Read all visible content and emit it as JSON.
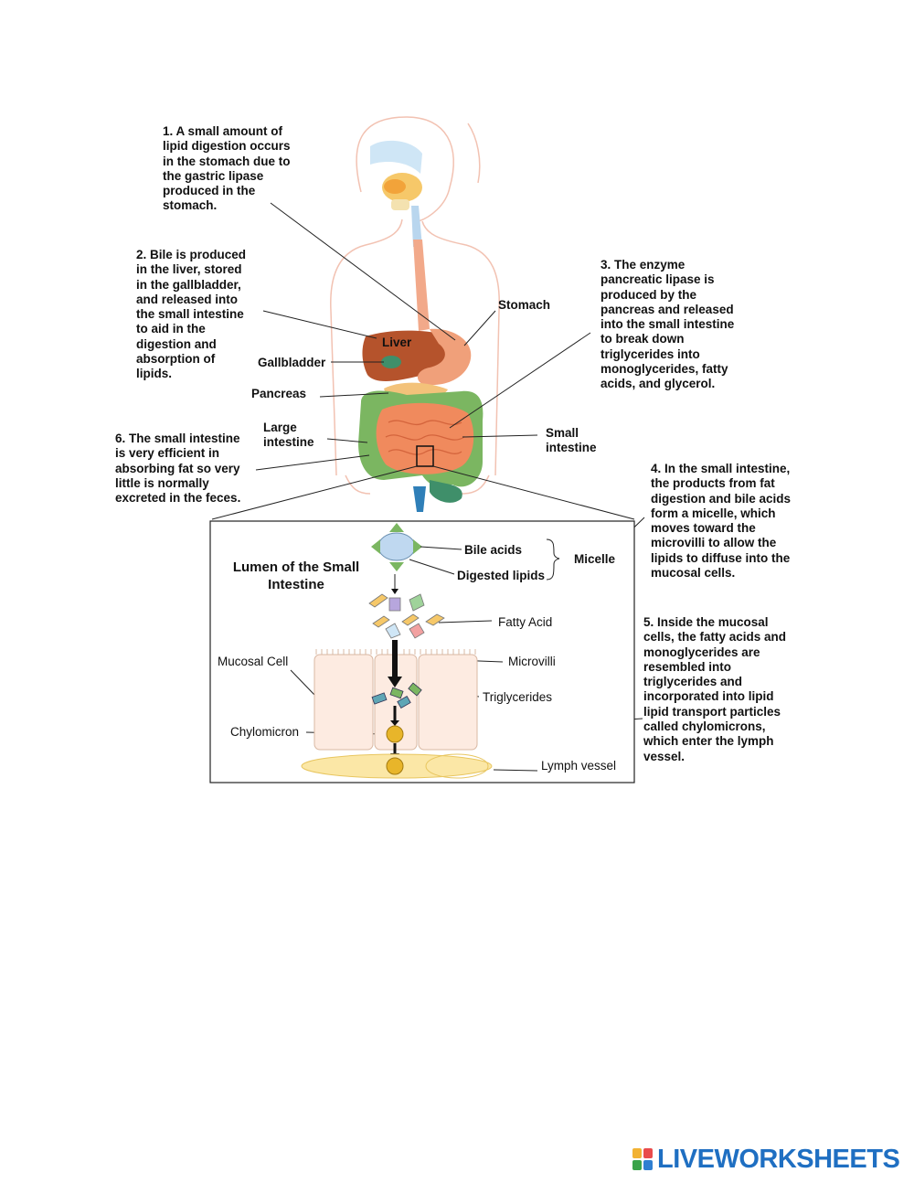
{
  "notes": {
    "n1": "1. A small amount of\nlipid digestion occurs\nin the stomach due to\nthe gastric lipase\nproduced in the\nstomach.",
    "n2": "2. Bile is produced\nin the liver, stored\nin the gallbladder,\nand released into\nthe small intestine\nto aid in the\ndigestion and\nabsorption of\nlipids.",
    "n3": "3. The enzyme\npancreatic lipase is\nproduced by the\npancreas and released\ninto the small intestine\nto break down\ntriglycerides into\nmonoglycerides, fatty\nacids, and glycerol.",
    "n4": "4. In the small intestine,\nthe products from fat\ndigestion and bile acids\nform a micelle, which\nmoves toward the\nmicrovilli to allow the\nlipids to diffuse into the\nmucosal cells.",
    "n5": "5. Inside the mucosal\ncells, the fatty acids and\nmonoglycerides are\nresembled into\ntriglycerides and\nincorporated into lipid\nlipid transport particles\ncalled chylomicrons,\nwhich enter the lymph\nvessel.",
    "n6": "6. The small intestine\nis very efficient in\nabsorbing fat so very\nlittle is normally\nexcreted in the feces."
  },
  "organs": {
    "stomach": "Stomach",
    "liver": "Liver",
    "gallbladder": "Gallbladder",
    "pancreas": "Pancreas",
    "large_intestine": "Large\nintestine",
    "small_intestine": "Small\nintestine"
  },
  "inset": {
    "title": "Lumen of the Small\nIntestine",
    "bile_acids": "Bile acids",
    "digested_lipids": "Digested lipids",
    "micelle": "Micelle",
    "fatty_acid": "Fatty Acid",
    "mucosal_cell": "Mucosal Cell",
    "microvilli": "Microvilli",
    "triglycerides": "Triglycerides",
    "chylomicron": "Chylomicron",
    "lymph_vessel": "Lymph vessel"
  },
  "brand": {
    "name": "LIVEWORKSHEETS"
  },
  "colors": {
    "liver": "#b5532c",
    "stomach": "#f0a07a",
    "small_intestine": "#f08a5d",
    "large_intestine": "#7bb661",
    "gallbladder": "#3f8f6a",
    "micelle": "#bfd8f0",
    "chylomicron": "#e8b52a",
    "lymph": "#fbe7a6",
    "brand": "#1f6fc2"
  }
}
